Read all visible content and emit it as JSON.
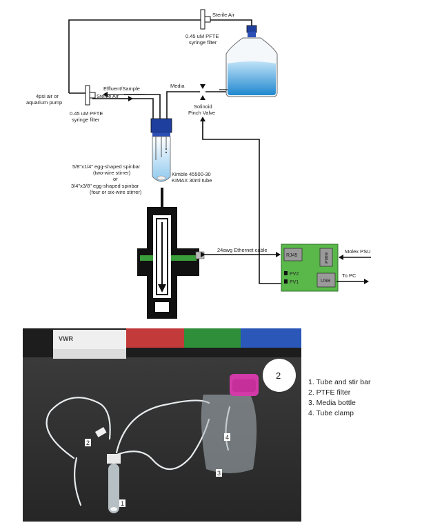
{
  "diagram": {
    "labels": {
      "sterile_air_top": "Sterile Air",
      "filter_top": [
        "0.45 uM PFTE",
        "syringe filter"
      ],
      "pump": [
        "4psi air or",
        "aquarium pump"
      ],
      "effluent": "Effluent/Sample",
      "sterile_air_left": "Sterile Air",
      "filter_left": [
        "0.45 uM PFTE",
        "syringe filter"
      ],
      "media": "Media",
      "valve": [
        "Solinoid",
        "Pinch Valve"
      ],
      "tube": [
        "Kimble 45500-30",
        "KIMAX 30ml tube"
      ],
      "spinbar": [
        "5/8\"x1/4\" egg-shaped spinbar",
        "(two-wire stirrer)",
        "or",
        "3/4\"x3/8\" egg-shaped spinbar",
        "(four or six-wire stirrer)"
      ],
      "cable": "24awg Ethernet cable",
      "psu": "Molex PSU",
      "pc": "To PC"
    },
    "board": {
      "rj45": "RJ45",
      "pwr": "PWR",
      "pv2": "PV2",
      "pv1": "PV1",
      "usb": "USB"
    },
    "colors": {
      "line": "#111111",
      "media_water": "#3a9ad6",
      "bottle_cap": "#1f3f9e",
      "board_green": "#5ab84a",
      "chip_gray": "#9a9a9a"
    }
  },
  "photo": {
    "background_label": "VWR",
    "callouts": [
      "1",
      "2",
      "3",
      "4"
    ],
    "big_callout": "2"
  },
  "legend": [
    "1. Tube and stir bar",
    "2. PTFE filter",
    "3. Media bottle",
    "4. Tube clamp"
  ]
}
